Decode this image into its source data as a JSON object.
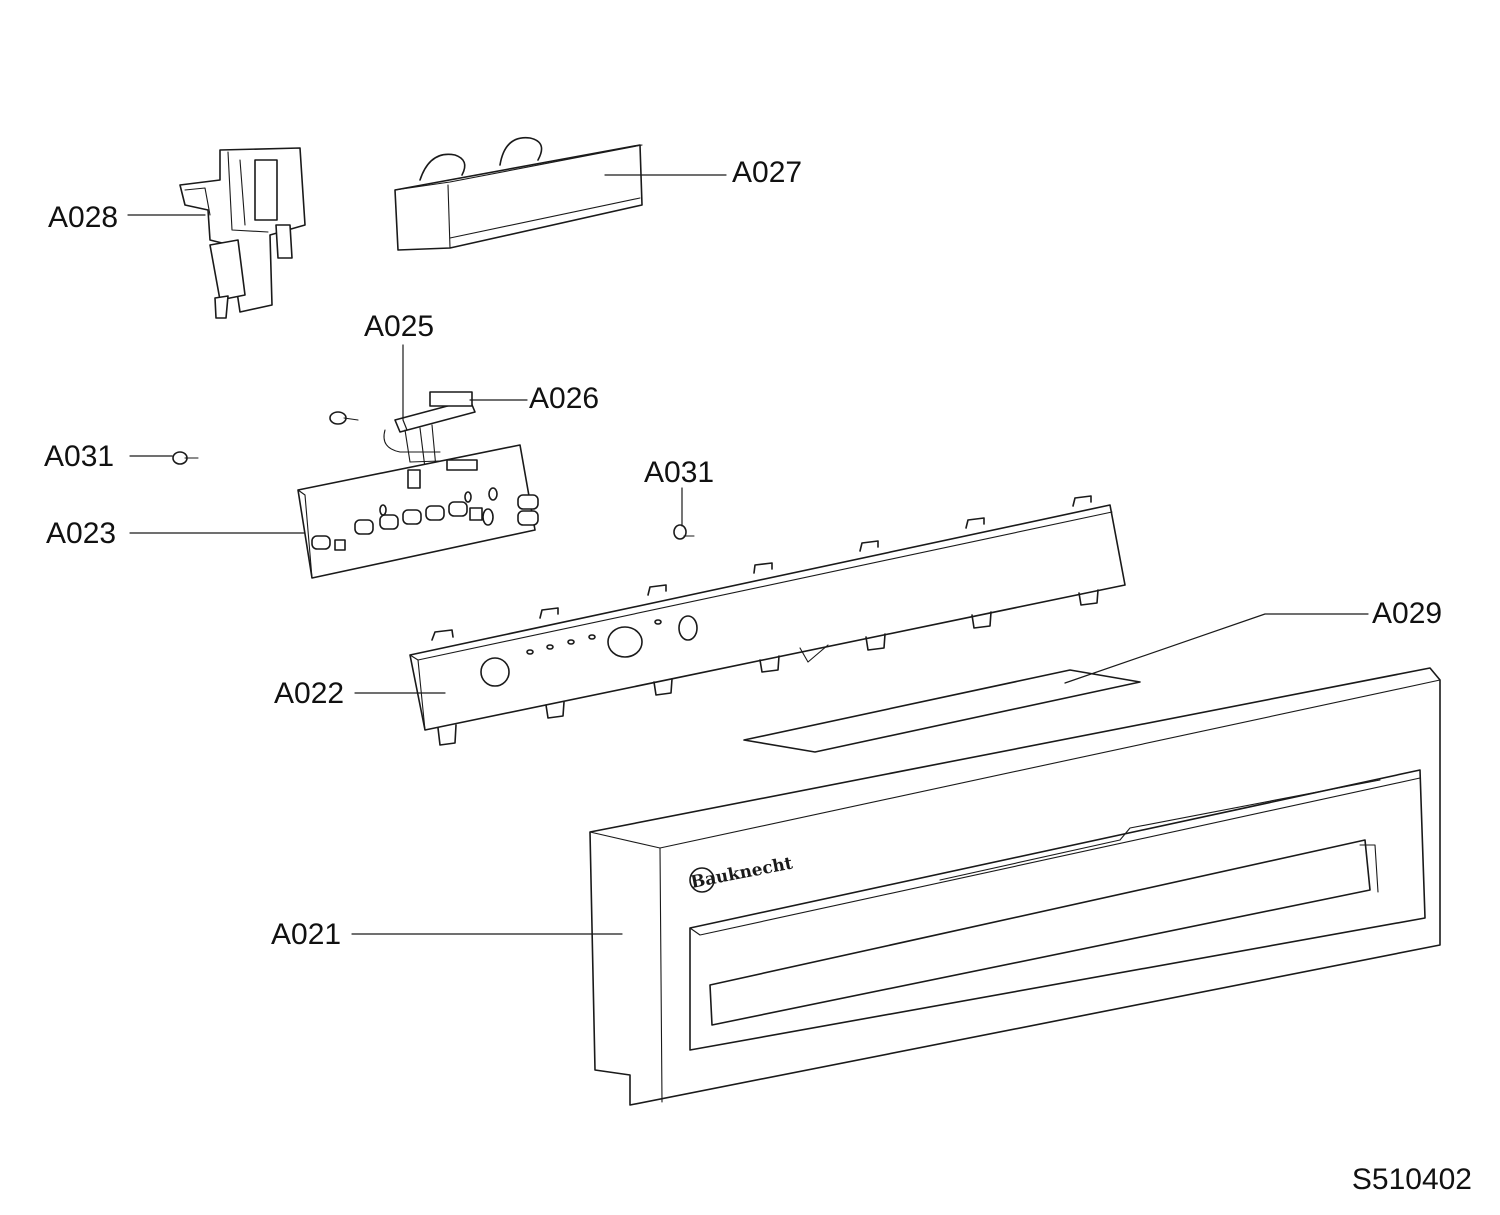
{
  "parts": {
    "a021": "A021",
    "a022": "A022",
    "a023": "A023",
    "a025": "A025",
    "a026": "A026",
    "a027": "A027",
    "a028": "A028",
    "a029": "A029",
    "a031_left": "A031",
    "a031_mid": "A031"
  },
  "brand_logo": "Bauknecht",
  "document_id": "S510402"
}
